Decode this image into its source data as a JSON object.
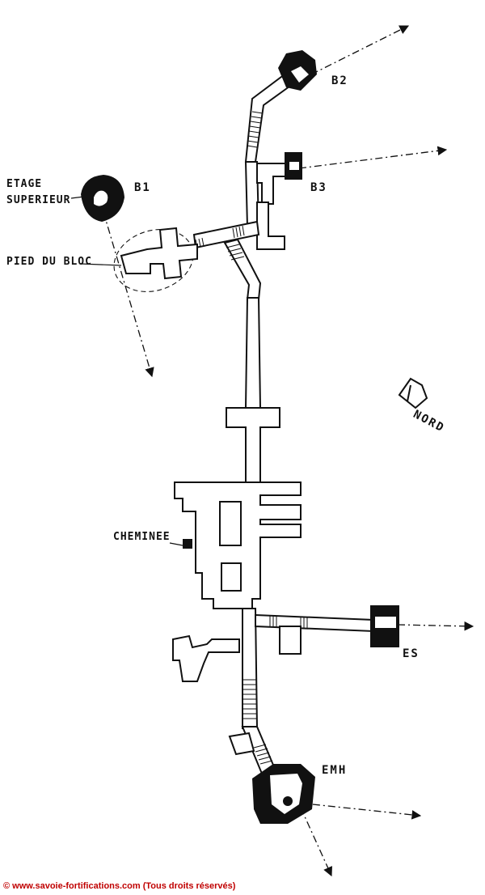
{
  "labels": {
    "b1": "B1",
    "b2": "B2",
    "b3": "B3",
    "etage": "ETAGE",
    "superieur": "SUPERIEUR",
    "pied_du_bloc": "PIED DU BLOC",
    "cheminee": "CHEMINEE",
    "es": "ES",
    "emh": "EMH",
    "nord": "NORD"
  },
  "footer": {
    "copyright": "© www.savoie-fortifications.com (Tous droits réservés)"
  },
  "colors": {
    "ink": "#111111",
    "copyright": "#c00000"
  }
}
